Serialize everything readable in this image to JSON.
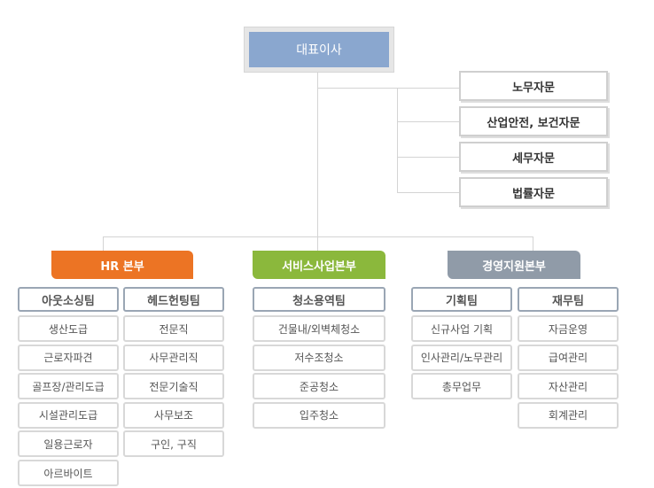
{
  "ceo": "대표이사",
  "advisors": [
    "노무자문",
    "산업안전, 보건자문",
    "세무자문",
    "법률자문"
  ],
  "divisions": [
    {
      "name": "HR 본부",
      "color": "#ec7424"
    },
    {
      "name": "서비스사업본부",
      "color": "#8bb83c"
    },
    {
      "name": "경영지원본부",
      "color": "#909ba8"
    }
  ],
  "teams": {
    "outsourcing": {
      "name": "아웃소싱팀",
      "items": [
        "생산도급",
        "근로자파견",
        "골프장/관리도급",
        "시설관리도급",
        "일용근로자",
        "아르바이트"
      ]
    },
    "headhunting": {
      "name": "헤드헌팅팀",
      "items": [
        "전문직",
        "사무관리직",
        "전문기술직",
        "사무보조",
        "구인, 구직"
      ]
    },
    "cleaning": {
      "name": "청소용역팀",
      "items": [
        "건물내/외벽체청소",
        "저수조청소",
        "준공청소",
        "입주청소"
      ]
    },
    "planning": {
      "name": "기획팀",
      "items": [
        "신규사업 기획",
        "인사관리/노무관리",
        "총무업무"
      ]
    },
    "finance": {
      "name": "재무팀",
      "items": [
        "자금운영",
        "급여관리",
        "자산관리",
        "회계관리"
      ]
    }
  }
}
